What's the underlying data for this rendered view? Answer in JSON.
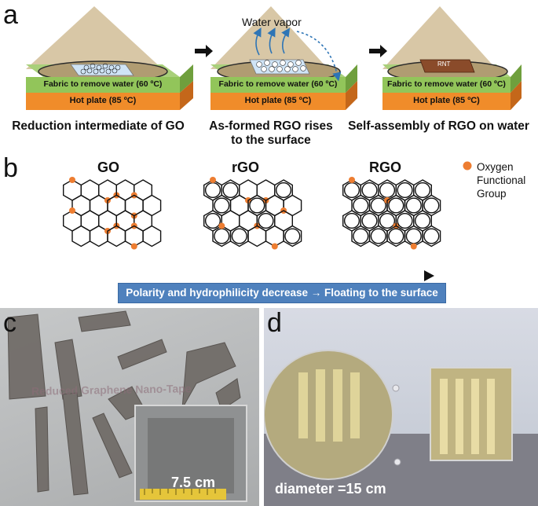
{
  "panel_a": {
    "letter": "a",
    "fabric_label": "Fabric to remove water (60 ºC)",
    "hotplate_label": "Hot plate (85 ºC)",
    "water_vapor": "Water vapor",
    "rnt_label": "RNT",
    "captions": [
      "Reduction intermediate of GO",
      "As-formed RGO rises to the surface",
      "Self-assembly of RGO on water"
    ],
    "colors": {
      "fabric": "#92c55a",
      "hotplate": "#f08c2a",
      "pyramid": "#d6c4a3",
      "vapor_arrow": "#2e75b6"
    }
  },
  "panel_b": {
    "letter": "b",
    "titles": [
      "GO",
      "rGO",
      "RGO"
    ],
    "legend": "Oxygen Functional Group",
    "banner": "Polarity and hydrophilicity decrease → Floating to the surface",
    "colors": {
      "oxygen_dot": "#ed7d31",
      "banner": "#4f81bd",
      "arrow": "#9b2fae"
    }
  },
  "panel_c": {
    "letter": "c",
    "watermark": "Reduced Graphene Nano-Tape",
    "scale_label": "7.5 cm"
  },
  "panel_d": {
    "letter": "d",
    "scale_label": "diameter =15 cm"
  }
}
